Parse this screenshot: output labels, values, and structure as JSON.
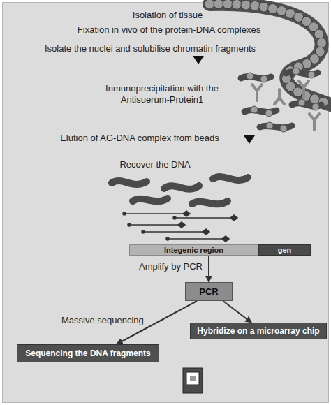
{
  "diagram": {
    "nodes": [
      {
        "text": [
          "Integenic region"
        ]
      },
      {
        "text": [
          "gen"
        ]
      },
      {
        "text": [
          "PCR"
        ]
      },
      {
        "text": [
          "Hybridize on a microarray chip"
        ]
      },
      {
        "text": [
          "Sequencing the DNA fragments"
        ]
      }
    ],
    "edges": [
      {
        "from": 0,
        "to": 2,
        "arrow": "to"
      },
      {
        "from": 2,
        "to": 4,
        "arrow": "to"
      },
      {
        "from": 2,
        "to": 3,
        "arrow": "to"
      }
    ],
    "labels": [
      "Isolation of tissue",
      "Fixation in vivo of the protein-DNA complexes",
      "Isolate the nuclei and solubilise chromatin fragments",
      "Inmunoprecipitation with the Antisuerum-Protein1",
      "Elution of AG-DNA complex from beads",
      "Recover the DNA",
      "Amplify by PCR",
      "Massive sequencing"
    ]
  }
}
